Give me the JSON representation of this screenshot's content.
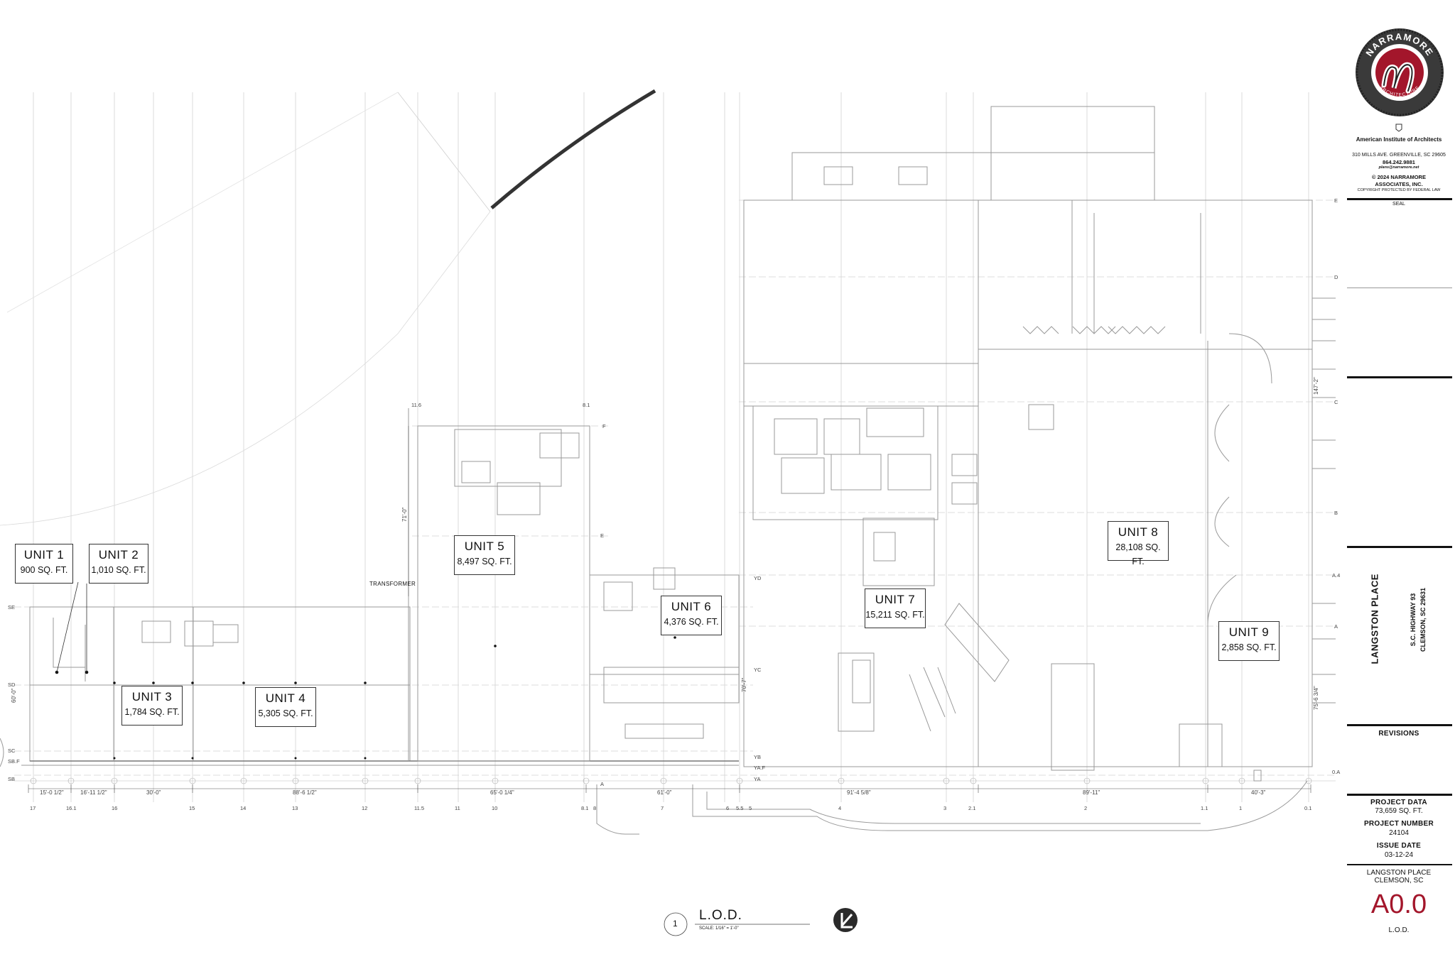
{
  "units": [
    {
      "name": "UNIT 1",
      "area": "900 SQ. FT."
    },
    {
      "name": "UNIT 2",
      "area": "1,010 SQ. FT."
    },
    {
      "name": "UNIT 3",
      "area": "1,784 SQ. FT."
    },
    {
      "name": "UNIT 4",
      "area": "5,305 SQ. FT."
    },
    {
      "name": "UNIT 5",
      "area": "8,497 SQ. FT."
    },
    {
      "name": "UNIT 6",
      "area": "4,376 SQ. FT."
    },
    {
      "name": "UNIT 7",
      "area": "15,211 SQ. FT."
    },
    {
      "name": "UNIT 8",
      "area": "28,108 SQ. FT."
    },
    {
      "name": "UNIT 9",
      "area": "2,858 SQ. FT."
    }
  ],
  "transformer": "TRANSFORMER",
  "dimensions": {
    "d1": "15'-0 1/2\"",
    "d2": "16'-11 1/2\"",
    "d3": "30'-0\"",
    "d4": "88'-6 1/2\"",
    "d5": "65'-0 1/4\"",
    "d6": "61'-0\"",
    "d7": "91'-4 5/8\"",
    "d8": "89'-11\"",
    "d9": "40'-3\"",
    "v1": "71'-0\"",
    "v2": "70'-7\"",
    "v3": "147'-2\"",
    "v4": "75'-6 3/4\"",
    "v5": "60'-0\""
  },
  "grid_bottom": [
    "17",
    "16.1",
    "16",
    "15",
    "14",
    "13",
    "12",
    "11.5",
    "11",
    "10",
    "8.1",
    "8",
    "7",
    "6",
    "5.5",
    "5",
    "4",
    "3",
    "2.1",
    "2",
    "1.1",
    "1",
    "0.1"
  ],
  "grid_top": [
    "11.6",
    "8.1"
  ],
  "grid_left": [
    "SE",
    "SD",
    "SC",
    "SB.F",
    "SB"
  ],
  "grid_mid": [
    "F",
    "E",
    "YD",
    "YC",
    "YB",
    "YA.F",
    "YA",
    "A"
  ],
  "grid_right": [
    "E",
    "D",
    "C",
    "B",
    "A.4",
    "A",
    "0.A"
  ],
  "drawing": {
    "number": "1",
    "title": "L.O.D.",
    "scale": "SCALE: 1/16\" = 1'-0\""
  },
  "title_block": {
    "logo_text": "NARRAMORE ARCHITECTURE",
    "aia": "American Institute of Architects",
    "address": "310 MILLS AVE. GREENVILLE, SC 29605",
    "phone": "864.242.9881",
    "email": "plans@narramore.net",
    "copyright1": "© 2024 NARRAMORE",
    "copyright2": "ASSOCIATES, INC.",
    "copyright3": "COPYRIGHT PROTECTED BY FEDERAL LAW",
    "seal": "SEAL",
    "project_name": "LANGSTON PLACE",
    "project_addr1": "S.C. HIGHWAY 93",
    "project_addr2": "CLEMSON, SC 29631",
    "revisions": "REVISIONS",
    "project_data_label": "PROJECT DATA",
    "project_data_value": "73,659 SQ. FT.",
    "project_number_label": "PROJECT NUMBER",
    "project_number_value": "24104",
    "issue_date_label": "ISSUE DATE",
    "issue_date_value": "03-12-24",
    "footer1": "LANGSTON PLACE",
    "footer2": "CLEMSON, SC",
    "sheet_number": "A0.0",
    "sheet_title": "L.O.D."
  },
  "colors": {
    "brand_red": "#a3162b",
    "line": "#bbbbbb",
    "dark": "#222222"
  }
}
